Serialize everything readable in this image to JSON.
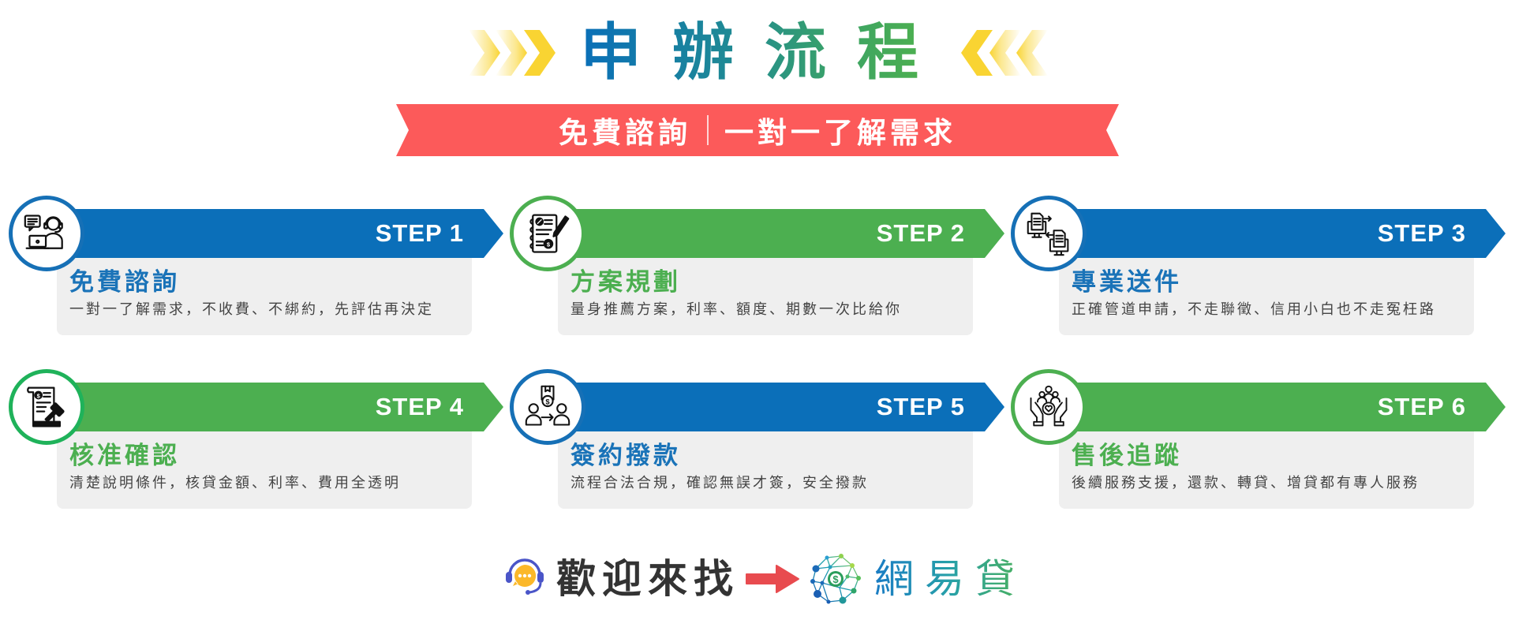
{
  "header": {
    "title": "申辦流程",
    "title_chars": [
      "申",
      "辦",
      "流",
      "程"
    ]
  },
  "banner": {
    "left_text": "免費諮詢",
    "right_text": "一對一了解需求"
  },
  "steps": [
    {
      "label": "STEP 1",
      "title": "免費諮詢",
      "description": "一對一了解需求，不收費、不綁約，先評估再決定",
      "theme": "blue",
      "icon": "customer-service-icon"
    },
    {
      "label": "STEP 2",
      "title": "方案規劃",
      "description": "量身推薦方案，利率、額度、期數一次比給你",
      "theme": "green",
      "icon": "plan-checklist-icon"
    },
    {
      "label": "STEP 3",
      "title": "專業送件",
      "description": "正確管道申請，不走聯徵、信用小白也不走冤枉路",
      "theme": "blue",
      "icon": "document-transfer-icon"
    },
    {
      "label": "STEP 4",
      "title": "核准確認",
      "description": "清楚說明條件，核貸金額、利率、費用全透明",
      "theme": "green",
      "icon": "approval-gavel-icon"
    },
    {
      "label": "STEP 5",
      "title": "簽約撥款",
      "description": "流程合法合規，確認無誤才簽，安全撥款",
      "theme": "blue",
      "icon": "money-transfer-icon"
    },
    {
      "label": "STEP 6",
      "title": "售後追蹤",
      "description": "後續服務支援，還款、轉貸、增貸都有專人服務",
      "theme": "green",
      "icon": "care-hands-icon"
    }
  ],
  "footer": {
    "welcome_text": "歡迎來找",
    "brand_name": "網易貸",
    "icons": [
      "headset-chat-icon",
      "arrow-right-icon",
      "globe-network-logo"
    ]
  },
  "colors": {
    "blue": "#0b6fb9",
    "green": "#4caf50",
    "banner_red": "#fc5a5a",
    "chevron_yellow": "#f9d432",
    "card_bg": "#efefef",
    "arrow_red": "#e84b4f"
  }
}
